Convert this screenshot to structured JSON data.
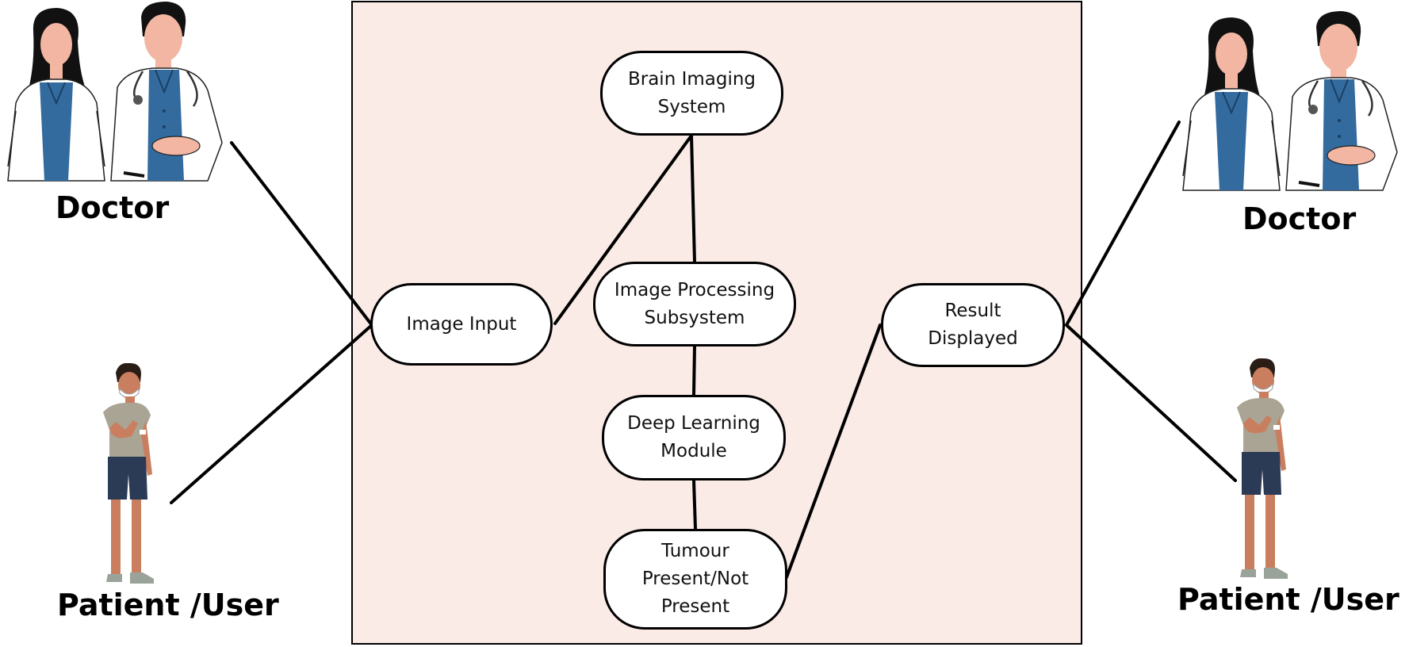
{
  "actors": {
    "left_doctor": "Doctor",
    "left_patient": "Patient /User",
    "right_doctor": "Doctor",
    "right_patient": "Patient /User"
  },
  "nodes": {
    "image_input": "Image Input",
    "brain_imaging": "Brain Imaging\nSystem",
    "image_processing": "Image Processing\nSubsystem",
    "deep_learning": "Deep Learning\nModule",
    "tumour_status": "Tumour\nPresent/Not\nPresent",
    "result_displayed": "Result\nDisplayed"
  },
  "colors": {
    "system_background": "#fbebe7",
    "doctor_shirt": "#336b9f",
    "patient_shirt": "#a9a493",
    "patient_shorts": "#2b3a55",
    "skin_light": "#f2b6a2",
    "skin_dark": "#c97f5f",
    "hair": "#111111"
  }
}
